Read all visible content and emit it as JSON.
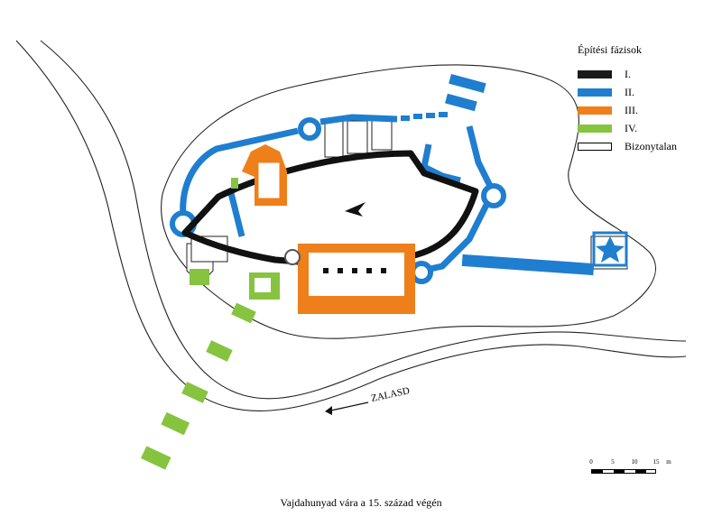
{
  "legend": {
    "title": "Építési fázisok",
    "items": [
      {
        "label": "I.",
        "color": "#1a1a1a"
      },
      {
        "label": "II.",
        "color": "#1f7ecf"
      },
      {
        "label": "III.",
        "color": "#ee7f1a"
      },
      {
        "label": "IV.",
        "color": "#86c440"
      },
      {
        "label": "Bizonytalan",
        "color": "#ffffff"
      }
    ]
  },
  "river_label": "ZALASD",
  "scale": {
    "ticks": [
      "0",
      "5",
      "10",
      "15"
    ],
    "unit": "m"
  },
  "caption": "Vajdahunyad vára a 15. század végén"
}
